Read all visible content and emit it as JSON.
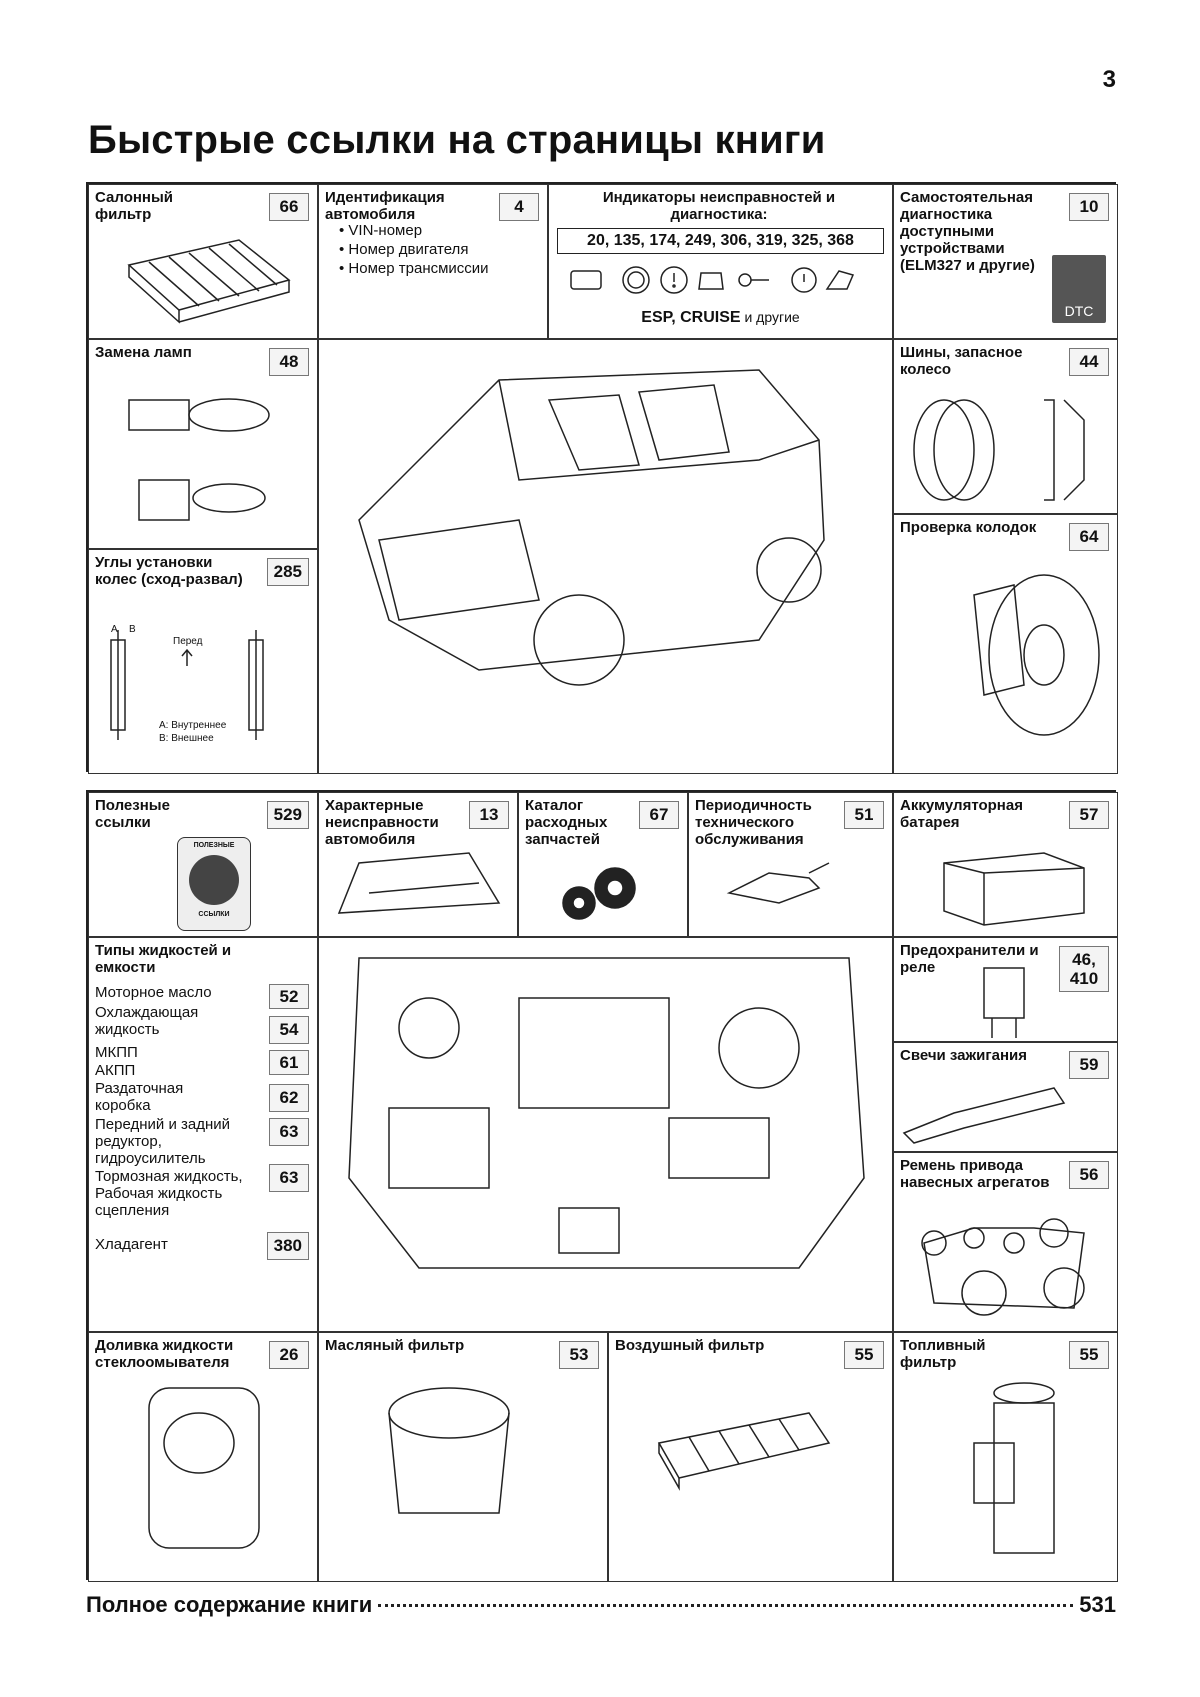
{
  "page_number": "3",
  "title": "Быстрые ссылки на страницы книги",
  "cells": {
    "cabin_filter": {
      "label": "Салонный фильтр",
      "page": "66"
    },
    "vehicle_id": {
      "label": "Идентификация автомобиля",
      "page": "4",
      "items": [
        "VIN-номер",
        "Номер двигателя",
        "Номер трансмиссии"
      ]
    },
    "indicators": {
      "label": "Индикаторы неисправностей и диагностика:",
      "codes": "20, 135, 174, 249, 306, 319, 325, 368",
      "footer_bold": "ESP, CRUISE",
      "footer_rest": " и другие"
    },
    "self_diag": {
      "label": "Самостоятельная диагностика доступными устройствами (ELM327 и другие)",
      "page": "10",
      "icon_text": "DTC"
    },
    "lamps": {
      "label": "Замена ламп",
      "page": "48"
    },
    "tires": {
      "label": "Шины, запасное колесо",
      "page": "44"
    },
    "alignment": {
      "label": "Углы установки колес (сход-развал)",
      "page": "285",
      "fig_a": "А",
      "fig_b": "В",
      "fig_front": "Перед",
      "fig_note1": "А: Внутреннее",
      "fig_note2": "В: Внешнее"
    },
    "pads": {
      "label": "Проверка колодок",
      "page": "64"
    },
    "useful_links": {
      "label": "Полезные ссылки",
      "page": "529",
      "badge_top": "ПОЛЕЗНЫЕ",
      "badge_bottom": "ССЫЛКИ"
    },
    "characteristics": {
      "label": "Характерные неисправности автомобиля",
      "page": "13"
    },
    "catalog": {
      "label": "Каталог расходных запчастей",
      "page": "67"
    },
    "maintenance": {
      "label": "Периодичность технического обслуживания",
      "page": "51"
    },
    "battery": {
      "label": "Аккумуляторная батарея",
      "page": "57"
    },
    "fluids": {
      "label": "Типы жидкостей и емкости",
      "rows": [
        {
          "text": "Моторное масло",
          "page": "52"
        },
        {
          "text": "Охлаждающая жидкость",
          "page": "54"
        },
        {
          "text": "МКПП",
          "page": "61"
        },
        {
          "text": "АКПП",
          "page": ""
        },
        {
          "text": "Раздаточная коробка",
          "page": "62"
        },
        {
          "text": "Передний и задний редуктор, гидроусилитель",
          "page": "63"
        },
        {
          "text": "Тормозная жидкость, Рабочая жидкость сцепления",
          "page": "63"
        },
        {
          "text": "Хладагент",
          "page": "380"
        }
      ]
    },
    "fuses": {
      "label": "Предохранители и реле",
      "page": "46, 410"
    },
    "plugs": {
      "label": "Свечи зажигания",
      "page": "59"
    },
    "belt": {
      "label": "Ремень привода навесных агрегатов",
      "page": "56"
    },
    "washer": {
      "label": "Доливка жидкости стеклоомывателя",
      "page": "26"
    },
    "oil_filter": {
      "label": "Масляный фильтр",
      "page": "53"
    },
    "air_filter": {
      "label": "Воздушный фильтр",
      "page": "55"
    },
    "fuel_filter": {
      "label": "Топливный фильтр",
      "page": "55"
    }
  },
  "toc": {
    "label": "Полное содержание книги",
    "page": "531"
  }
}
